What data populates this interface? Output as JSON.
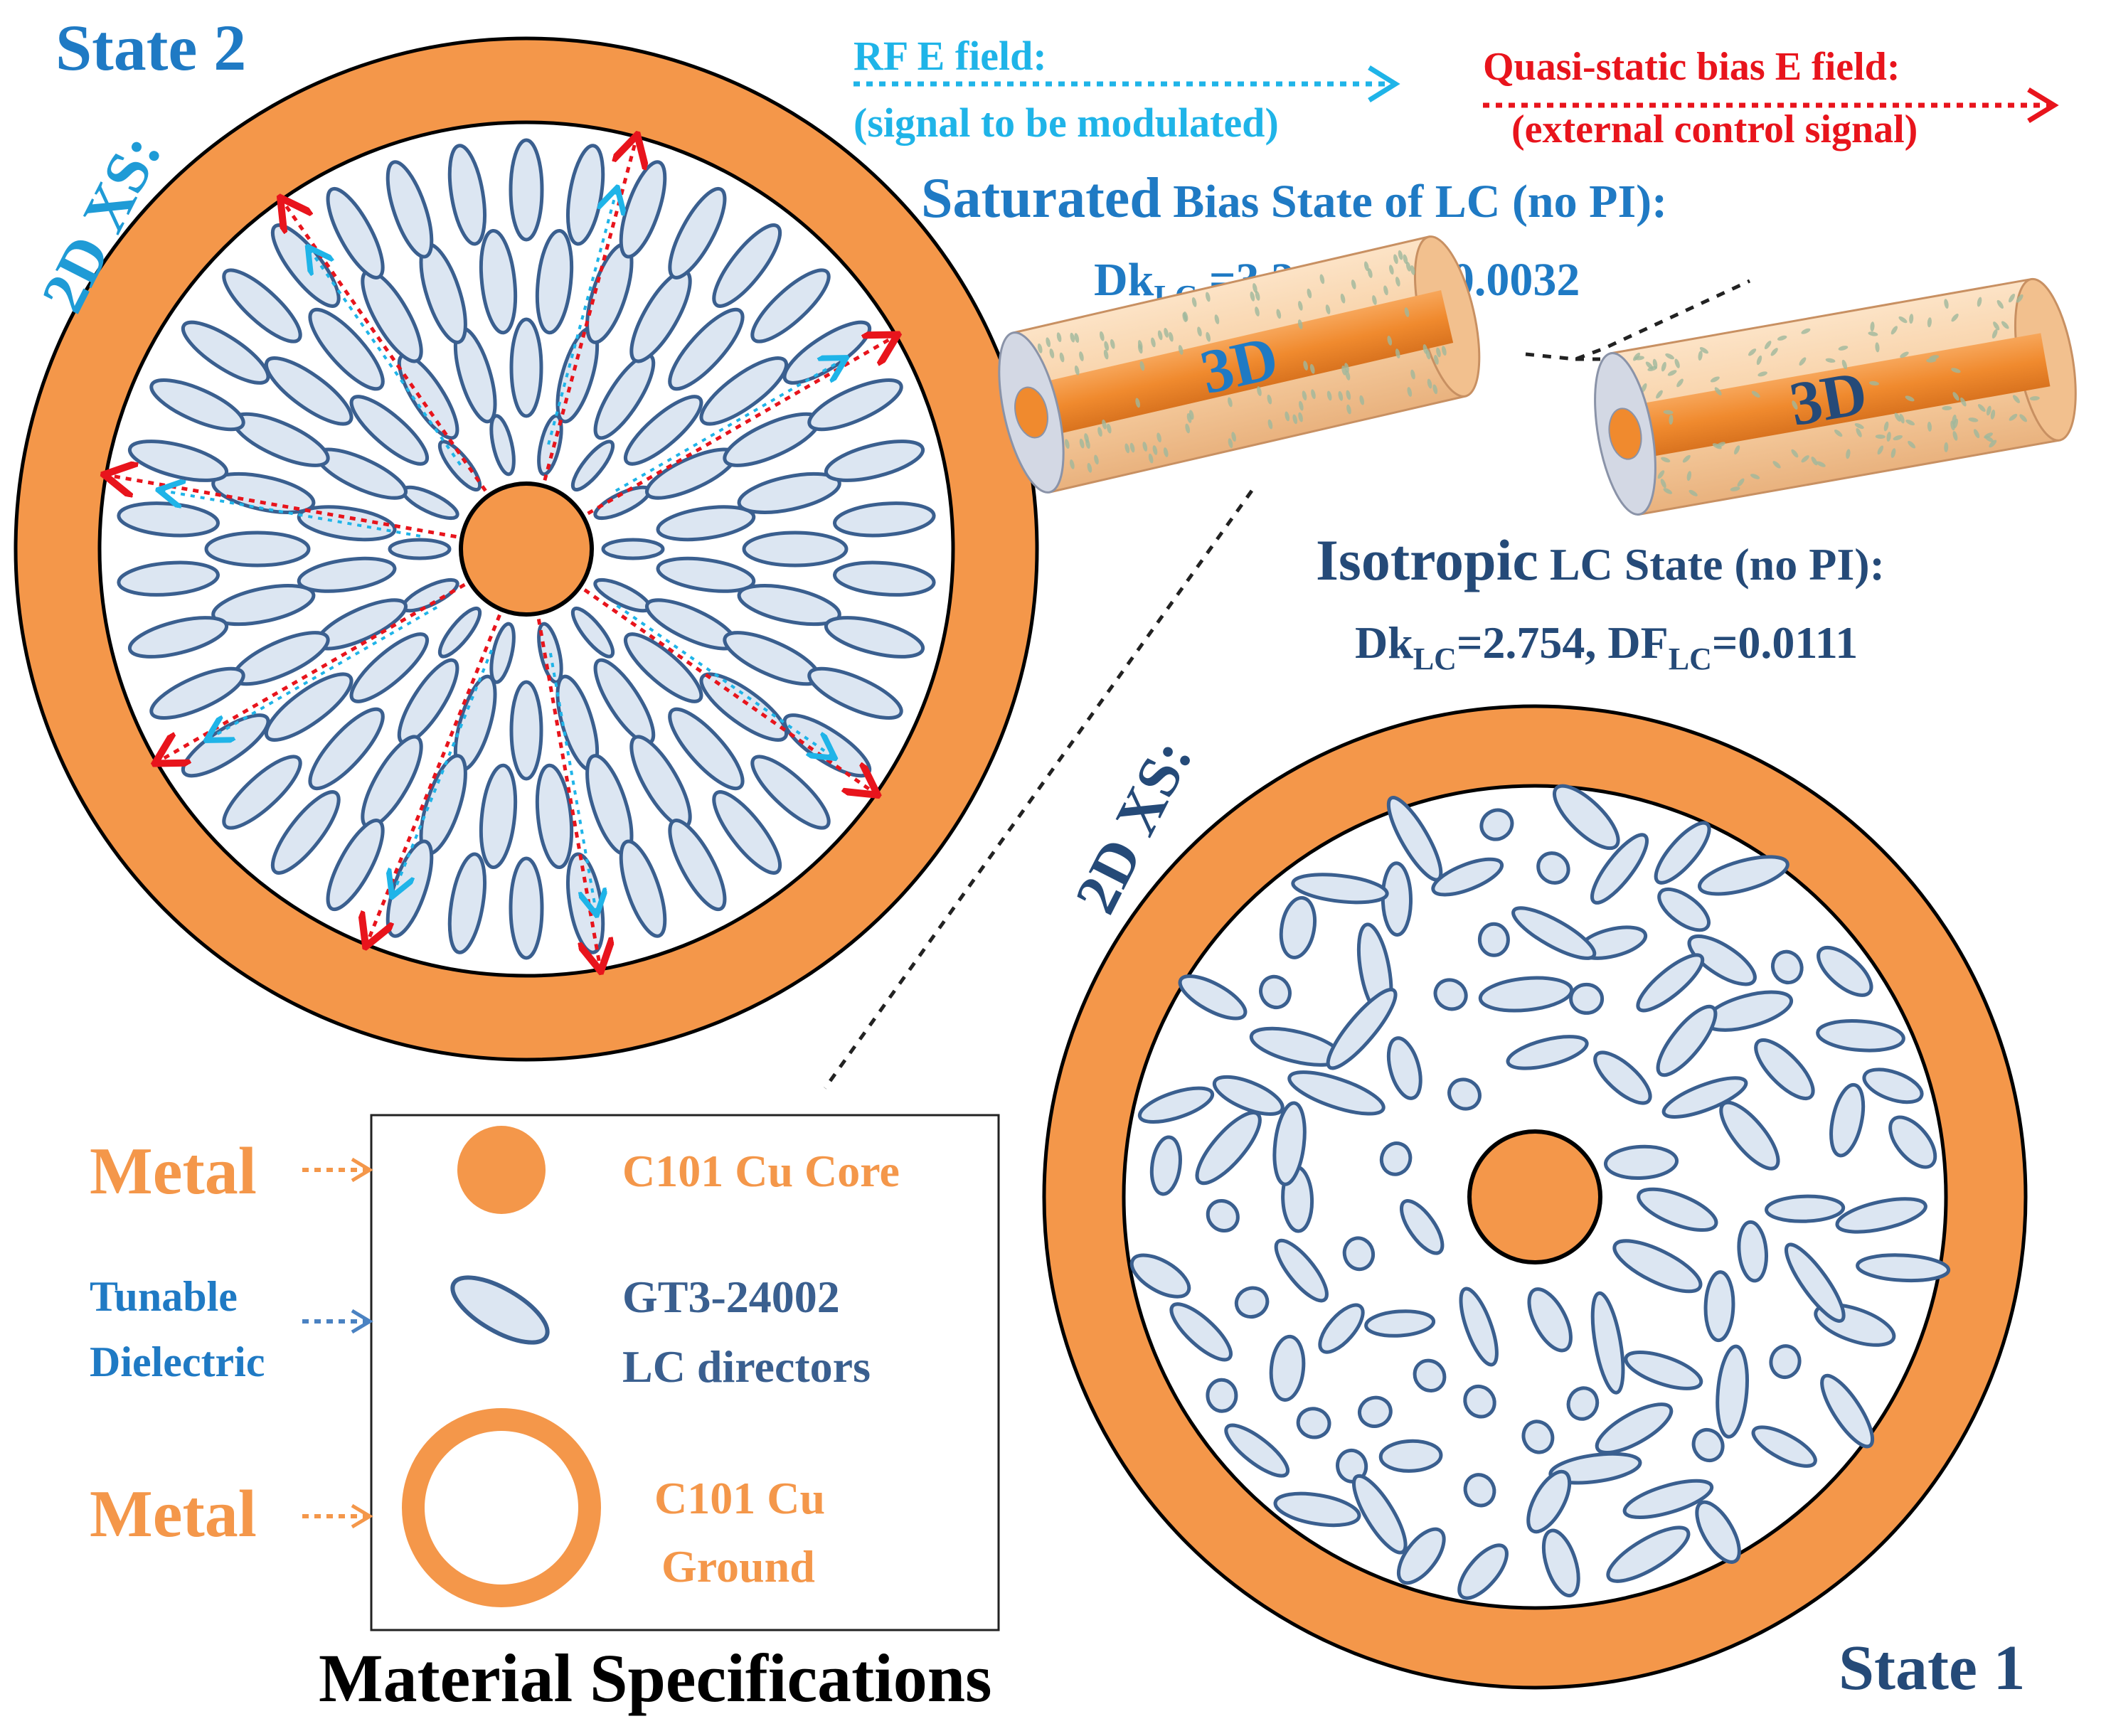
{
  "colors": {
    "copper": "#F4974A",
    "lc_fill": "#DCE6F2",
    "lc_stroke": "#3A5F8F",
    "rf_blue": "#1FB4E8",
    "bias_red": "#E8141C",
    "dark_blue": "#254A78",
    "mid_blue": "#1F7AC4",
    "tube_shell": "#F9D9B5"
  },
  "state2": {
    "title": "State 2",
    "xs_label": "2D XS:"
  },
  "state1": {
    "title": "State 1",
    "xs_label": "2D XS:"
  },
  "legend_rf": {
    "line1": "RF E field:",
    "line2": "(signal to be modulated)"
  },
  "legend_bias": {
    "line1": "Quasi-static bias E field:",
    "line2": "(external control signal)"
  },
  "saturated": {
    "word": "Saturated",
    "rest": " Bias State of LC (no PI):",
    "dk_prefix": "Dk",
    "dk_sub": "LC",
    "dk_value": " =3.3, ",
    "df_prefix": "DF",
    "df_sub": "LC",
    "df_value": "=0.0032",
    "tube_label": "3D"
  },
  "isotropic": {
    "word": "Isotropic",
    "rest": " LC State (no PI):",
    "dk_prefix": "Dk",
    "dk_sub": "LC",
    "dk_value": "=2.754, ",
    "df_prefix": "DF",
    "df_sub": "LC",
    "df_value": "=0.0111",
    "tube_label": "3D"
  },
  "material_specs": {
    "title": "Material Specifications",
    "metal_label": "Metal",
    "tunable_line1": "Tunable",
    "tunable_line2": "Dielectric",
    "core_label": "C101 Cu Core",
    "lc_line1": "GT3-24002",
    "lc_line2": "LC directors",
    "ground_line1": "C101 Cu",
    "ground_line2": "Ground"
  }
}
